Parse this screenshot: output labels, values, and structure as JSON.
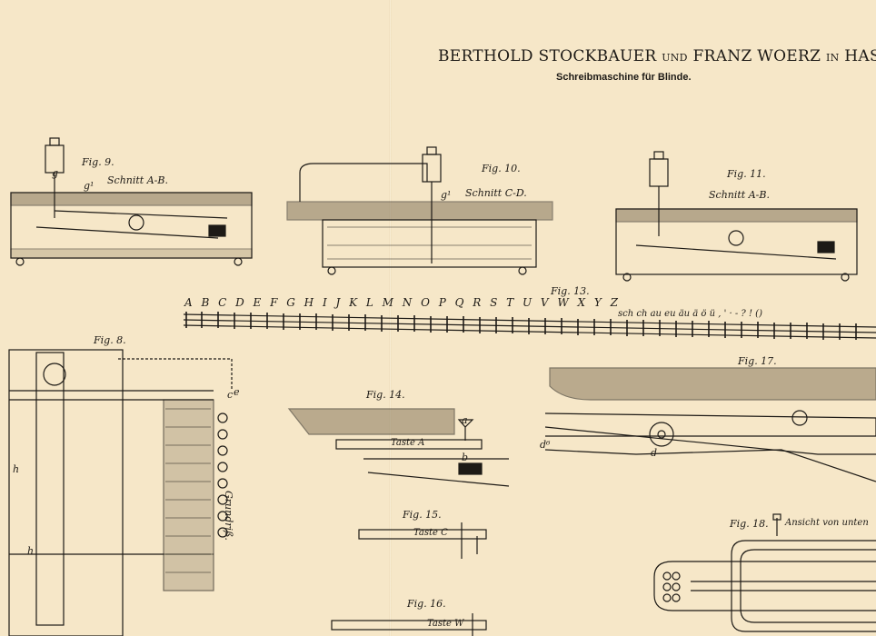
{
  "header": {
    "inventors": "BERTHOLD STOCKBAUER",
    "und": "UND",
    "inventor2": "FRANZ WOERZ",
    "in": "IN",
    "place": "HASPE.",
    "subtitle": "Schreibmaschine für Blinde."
  },
  "figures": {
    "fig9": {
      "label": "Fig. 9.",
      "section": "Schnitt A-B."
    },
    "fig10": {
      "label": "Fig. 10.",
      "section": "Schnitt C-D."
    },
    "fig11": {
      "label": "Fig. 11.",
      "section": "Schnitt A-B."
    },
    "fig13": {
      "label": "Fig. 13.",
      "alphabet": "A B C D E F G H I J K L M N O P Q R S T U V W X Y Z",
      "extra": "sch ch au eu äu ä ö ü , ' · - ? ! ()"
    },
    "fig8": {
      "label": "Fig. 8.",
      "caption": "Grundriß."
    },
    "fig14": {
      "label": "Fig. 14.",
      "key": "Taste A"
    },
    "fig15": {
      "label": "Fig. 15.",
      "key": "Taste C"
    },
    "fig16": {
      "label": "Fig. 16.",
      "key": "Taste W"
    },
    "fig17": {
      "label": "Fig. 17."
    },
    "fig18": {
      "label": "Fig. 18.",
      "caption": "Ansicht von unten"
    }
  },
  "letters": {
    "g": "g",
    "g1": "g¹",
    "h": "h",
    "d": "d",
    "d6": "d⁶",
    "a": "a",
    "b": "b",
    "c": "c",
    "e": "e"
  }
}
